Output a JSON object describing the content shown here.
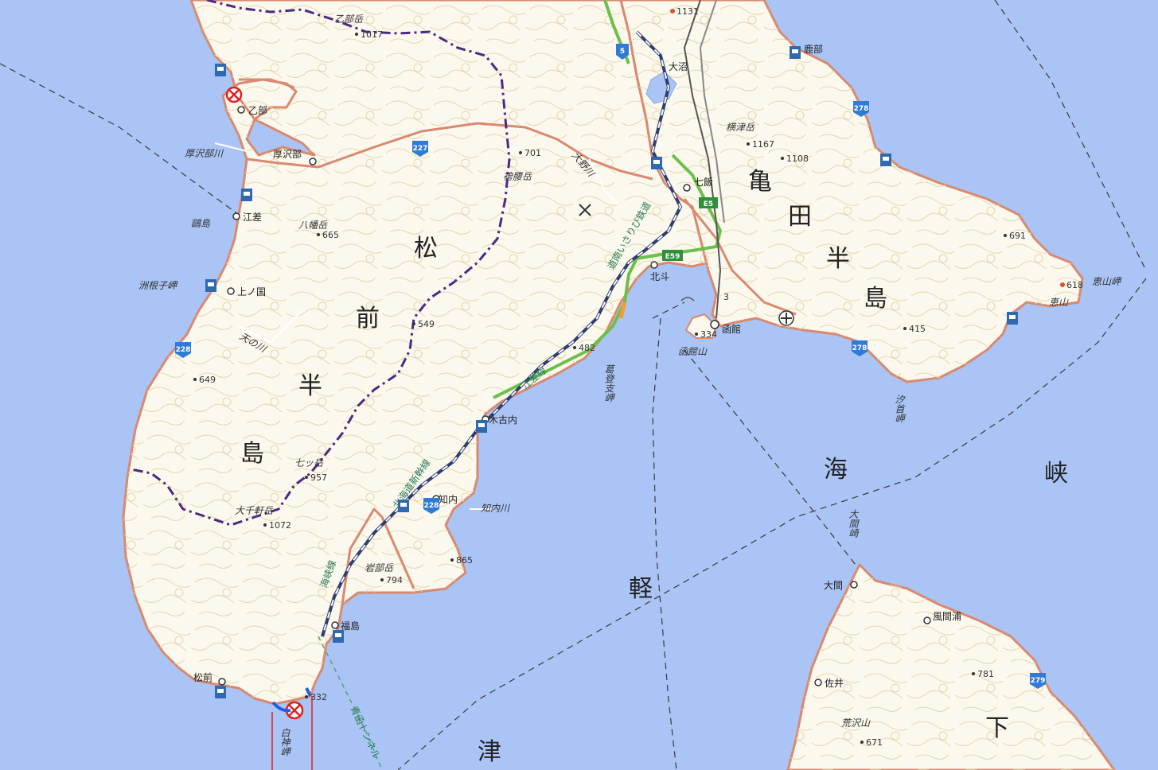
{
  "colors": {
    "sea": "#a9c4f5",
    "land": "#fbf8ee",
    "coast": "#d9896f",
    "contour": "#e4d2a8",
    "river": "#ffffff",
    "prefecture_road": "#d9896f",
    "trail": "#4b2a83",
    "expressway": "#6cc04a",
    "rail": "#2f3d6e",
    "marker": "#e02020",
    "route_shield": "#2f7bd6",
    "exp_shield": "#2f8f3a"
  },
  "peninsulas": [
    {
      "label": "松",
      "name": "peninsula-matsumae-1"
    },
    {
      "label": "前",
      "name": "peninsula-matsumae-2"
    },
    {
      "label": "半",
      "name": "peninsula-matsumae-3"
    },
    {
      "label": "島",
      "name": "peninsula-matsumae-4"
    },
    {
      "label": "亀",
      "name": "peninsula-kameda-1"
    },
    {
      "label": "田",
      "name": "peninsula-kameda-2"
    },
    {
      "label": "半",
      "name": "peninsula-kameda-3"
    },
    {
      "label": "島",
      "name": "peninsula-kameda-4"
    },
    {
      "label": "下",
      "name": "peninsula-shimokita"
    }
  ],
  "strait": [
    {
      "label": "津"
    },
    {
      "label": "軽"
    },
    {
      "label": "海"
    },
    {
      "label": "峡"
    }
  ],
  "towns": [
    {
      "label": "乙部"
    },
    {
      "label": "厚沢部"
    },
    {
      "label": "江差"
    },
    {
      "label": "上ノ国"
    },
    {
      "label": "木古内"
    },
    {
      "label": "知内"
    },
    {
      "label": "福島"
    },
    {
      "label": "松前"
    },
    {
      "label": "七飯"
    },
    {
      "label": "北斗"
    },
    {
      "label": "函館"
    },
    {
      "label": "大沼"
    },
    {
      "label": "鹿部"
    },
    {
      "label": "大間"
    },
    {
      "label": "風間浦"
    },
    {
      "label": "佐井"
    }
  ],
  "peaks": [
    {
      "name": "乙部岳",
      "elev": "1017"
    },
    {
      "name": "八幡岳",
      "elev": "665"
    },
    {
      "name": "袴腰岳",
      "elev": "701"
    },
    {
      "name": "",
      "elev": "549"
    },
    {
      "name": "",
      "elev": "649"
    },
    {
      "name": "七ッ岳",
      "elev": "957"
    },
    {
      "name": "大千軒岳",
      "elev": "1072"
    },
    {
      "name": "岩部岳",
      "elev": "794"
    },
    {
      "name": "",
      "elev": "865"
    },
    {
      "name": "",
      "elev": "482"
    },
    {
      "name": "",
      "elev": "1131"
    },
    {
      "name": "横津岳",
      "elev": "1167"
    },
    {
      "name": "",
      "elev": "1108"
    },
    {
      "name": "",
      "elev": "691"
    },
    {
      "name": "",
      "elev": "618"
    },
    {
      "name": "",
      "elev": "415"
    },
    {
      "name": "",
      "elev": "334"
    },
    {
      "name": "",
      "elev": "781"
    },
    {
      "name": "",
      "elev": "671"
    },
    {
      "name": "",
      "elev": "332"
    }
  ],
  "places": [
    {
      "label": "厚沢部川"
    },
    {
      "label": "鷗島"
    },
    {
      "label": "洲根子岬"
    },
    {
      "label": "天の川"
    },
    {
      "label": "知内川"
    },
    {
      "label": "大野川"
    },
    {
      "label": "白神岬"
    },
    {
      "label": "葛登支岬"
    },
    {
      "label": "函館山"
    },
    {
      "label": "恵山岬"
    },
    {
      "label": "恵山"
    },
    {
      "label": "汐首岬"
    },
    {
      "label": "大間崎"
    },
    {
      "label": "荒沢山"
    }
  ],
  "rail_labels": [
    {
      "label": "道南いさりび鉄道"
    },
    {
      "label": "江差線"
    },
    {
      "label": "北海道新幹線"
    },
    {
      "label": "海峡線"
    },
    {
      "label": "青函トンネル"
    }
  ],
  "route_shields": [
    {
      "num": "5"
    },
    {
      "num": "227"
    },
    {
      "num": "228"
    },
    {
      "num": "228"
    },
    {
      "num": "278"
    },
    {
      "num": "278"
    },
    {
      "num": "279"
    }
  ],
  "exp_shields": [
    {
      "num": "E5"
    },
    {
      "num": "E59"
    }
  ],
  "misc_labels": [
    {
      "label": "3"
    }
  ],
  "markers": [
    {
      "name": "marker-otobe"
    },
    {
      "name": "marker-shirakami"
    }
  ]
}
